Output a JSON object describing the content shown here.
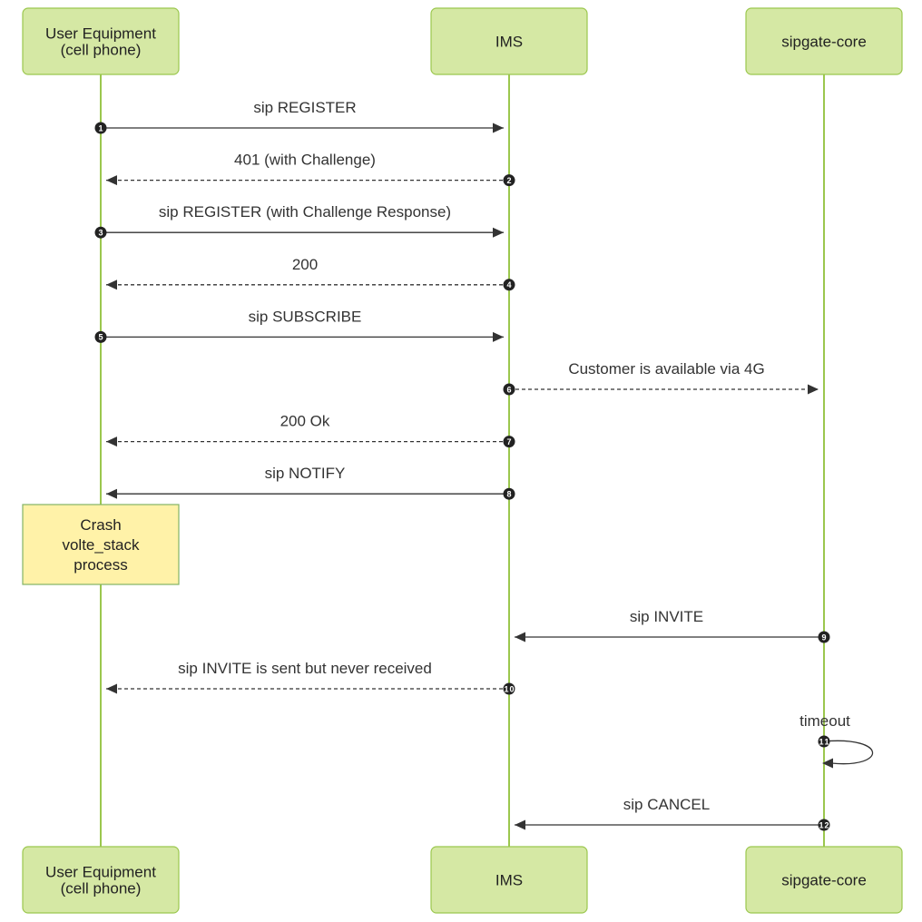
{
  "participants": [
    {
      "id": "ue",
      "lines": [
        "User Equipment",
        "(cell phone)"
      ]
    },
    {
      "id": "ims",
      "lines": [
        "IMS"
      ]
    },
    {
      "id": "core",
      "lines": [
        "sipgate-core"
      ]
    }
  ],
  "messages": [
    {
      "num": "1",
      "label": "sip REGISTER",
      "from": "ue",
      "to": "ims",
      "style": "solid"
    },
    {
      "num": "2",
      "label": "401 (with Challenge)",
      "from": "ims",
      "to": "ue",
      "style": "dashed"
    },
    {
      "num": "3",
      "label": "sip REGISTER (with Challenge Response)",
      "from": "ue",
      "to": "ims",
      "style": "solid"
    },
    {
      "num": "4",
      "label": "200",
      "from": "ims",
      "to": "ue",
      "style": "dashed"
    },
    {
      "num": "5",
      "label": "sip SUBSCRIBE",
      "from": "ue",
      "to": "ims",
      "style": "solid"
    },
    {
      "num": "6",
      "label": "Customer is available via 4G",
      "from": "ims",
      "to": "core",
      "style": "dashed"
    },
    {
      "num": "7",
      "label": "200 Ok",
      "from": "ims",
      "to": "ue",
      "style": "dashed"
    },
    {
      "num": "8",
      "label": "sip NOTIFY",
      "from": "ims",
      "to": "ue",
      "style": "solid"
    },
    {
      "num": "9",
      "label": "sip INVITE",
      "from": "core",
      "to": "ims",
      "style": "solid"
    },
    {
      "num": "10",
      "label": "sip INVITE is sent but never received",
      "from": "ims",
      "to": "ue",
      "style": "dashed"
    },
    {
      "num": "11",
      "label": "timeout",
      "from": "core",
      "to": "core",
      "style": "self"
    },
    {
      "num": "12",
      "label": "sip CANCEL",
      "from": "core",
      "to": "ims",
      "style": "solid"
    }
  ],
  "note": {
    "participant": "ue",
    "lines": [
      "Crash",
      "volte_stack",
      "process"
    ]
  },
  "colors": {
    "participant_fill": "#d5e8a4",
    "participant_stroke": "#9bc74e",
    "lifeline": "#9bc74e",
    "note_fill": "#fff2a8",
    "note_stroke": "#82b366",
    "arrow": "#333333",
    "marker": "#222222"
  }
}
